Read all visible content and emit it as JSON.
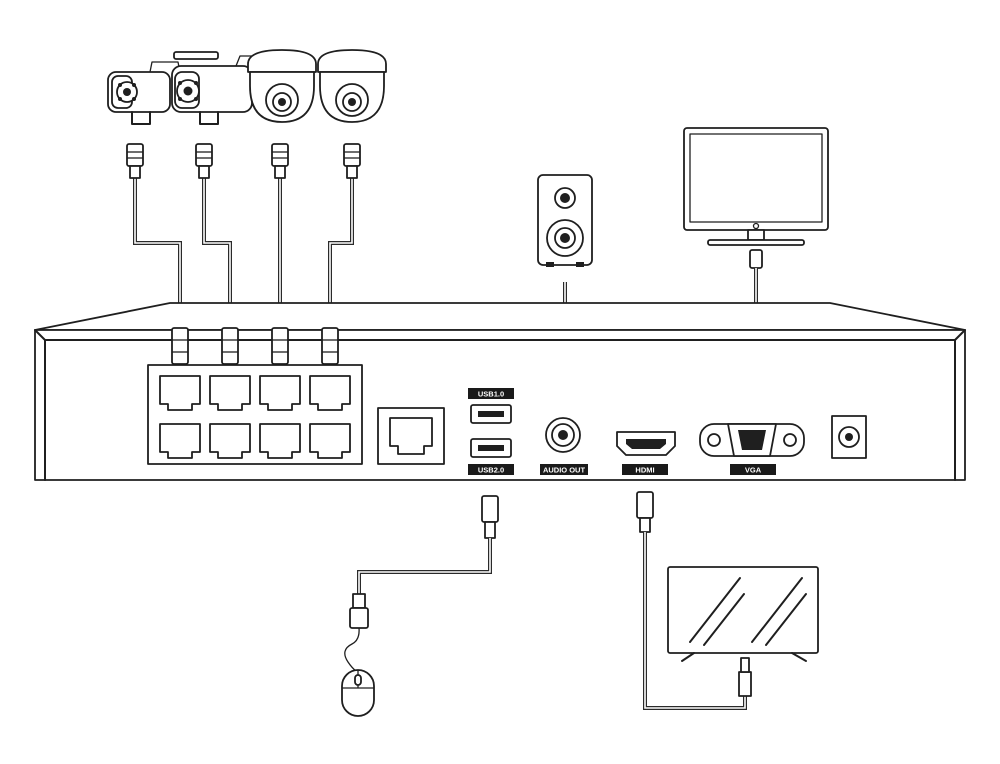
{
  "labels": {
    "usb_top": "USB1.0",
    "usb_bottom": "USB2.0",
    "audio_out": "AUDIO OUT",
    "hdmi": "HDMI",
    "vga": "VGA"
  },
  "icons": {
    "cameras": [
      "bullet-camera-icon",
      "bullet-camera-icon",
      "dome-camera-icon",
      "dome-camera-icon"
    ],
    "speaker": "speaker-icon",
    "monitor": "vga-monitor-icon",
    "tv": "hdmi-tv-icon",
    "mouse": "usb-mouse-icon"
  },
  "colors": {
    "line": "#1f1f1f",
    "background": "#ffffff"
  }
}
